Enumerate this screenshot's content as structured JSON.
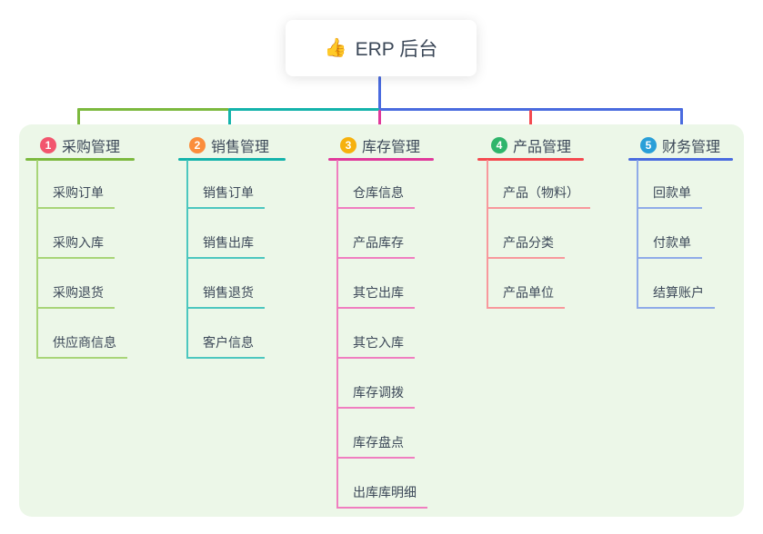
{
  "root": {
    "icon": "👍",
    "label": "ERP 后台"
  },
  "branches": [
    {
      "number": "1",
      "label": "采购管理",
      "circle_color": "#f2566e",
      "line_color": "#7cb93e",
      "child_line_color": "#a8d578",
      "children": [
        "采购订单",
        "采购入库",
        "采购退货",
        "供应商信息"
      ]
    },
    {
      "number": "2",
      "label": "销售管理",
      "circle_color": "#fb8d3c",
      "line_color": "#14b3ab",
      "child_line_color": "#4cc7bf",
      "children": [
        "销售订单",
        "销售出库",
        "销售退货",
        "客户信息"
      ]
    },
    {
      "number": "3",
      "label": "库存管理",
      "circle_color": "#f6b10e",
      "line_color": "#e0399b",
      "child_line_color": "#f07ec0",
      "children": [
        "仓库信息",
        "产品库存",
        "其它出库",
        "其它入库",
        "库存调拨",
        "库存盘点",
        "出库库明细"
      ]
    },
    {
      "number": "4",
      "label": "产品管理",
      "circle_color": "#2fb56b",
      "line_color": "#f4494f",
      "child_line_color": "#f8989c",
      "children": [
        "产品（物料）",
        "产品分类",
        "产品单位"
      ]
    },
    {
      "number": "5",
      "label": "财务管理",
      "circle_color": "#2a9fd8",
      "line_color": "#4a6bdf",
      "child_line_color": "#8fabe8",
      "children": [
        "回款单",
        "付款单",
        "结算账户"
      ]
    }
  ],
  "colors": {
    "canvas": "#ffffff",
    "panel_background": "#ecf7e8",
    "root_connector": "#4a6bdf",
    "text": "#3c4858"
  }
}
